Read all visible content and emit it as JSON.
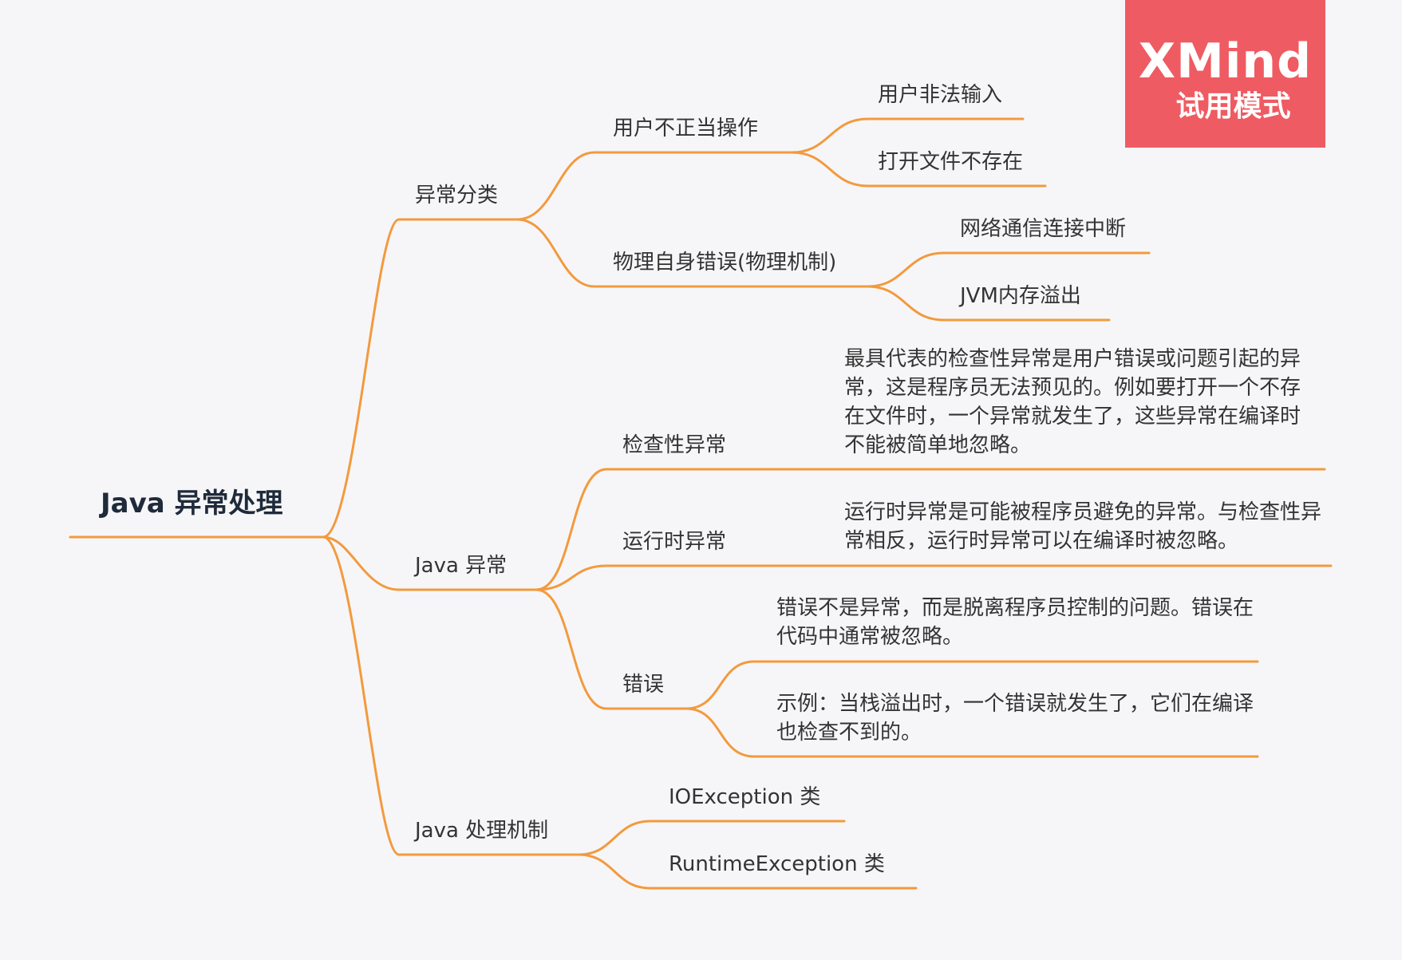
{
  "root": "Java 异常处理",
  "branches": {
    "classify": {
      "label": "异常分类",
      "user_op": {
        "label": "用户不正当操作",
        "children": [
          "用户非法输入",
          "打开文件不存在"
        ]
      },
      "physical": {
        "label": "物理自身错误(物理机制)",
        "children": [
          "网络通信连接中断",
          "JVM内存溢出"
        ]
      }
    },
    "java_exc": {
      "label": "Java 异常",
      "checked": {
        "label": "检查性异常",
        "desc": "最具代表的检查性异常是用户错误或问题引起的异常，这是程序员无法预见的。例如要打开一个不存在文件时，一个异常就发生了，这些异常在编译时不能被简单地忽略。"
      },
      "runtime": {
        "label": "运行时异常",
        "desc": " 运行时异常是可能被程序员避免的异常。与检查性异常相反，运行时异常可以在编译时被忽略。"
      },
      "error": {
        "label": "错误",
        "desc1": "错误不是异常，而是脱离程序员控制的问题。错误在代码中通常被忽略。",
        "desc2": "示例：当栈溢出时，一个错误就发生了，它们在编译也检查不到的。"
      }
    },
    "mechanism": {
      "label": "Java 处理机制",
      "children": [
        "IOException 类",
        "RuntimeException 类"
      ]
    }
  },
  "watermark": {
    "title": "XMind",
    "subtitle": "试用模式"
  },
  "colors": {
    "line": "#f39a3c",
    "background": "#f6f6f9",
    "watermark": "#ef5b62",
    "root_text": "#1f2a3a"
  }
}
